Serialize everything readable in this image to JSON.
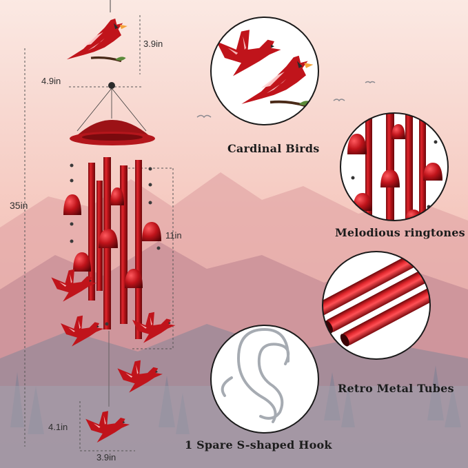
{
  "dimensions": {
    "top_bird_height": "3.9in",
    "top_bird_width": "4.9in",
    "total_height": "35in",
    "tube_length": "11in",
    "bottom_bird_height": "4.1in",
    "bottom_bird_width": "3.9in"
  },
  "features": [
    {
      "caption": "Cardinal Birds",
      "icon": "cardinal-birds-closeup"
    },
    {
      "caption": "Melodious ringtones",
      "icon": "bells-closeup"
    },
    {
      "caption": "Retro Metal Tubes",
      "icon": "tubes-closeup"
    },
    {
      "caption": "1 Spare S-shaped Hook",
      "icon": "s-hook-closeup"
    }
  ],
  "colors": {
    "cardinal_red": "#c0141b",
    "metal_gray": "#9aa0a8",
    "circle_border": "#1a1a1a"
  }
}
